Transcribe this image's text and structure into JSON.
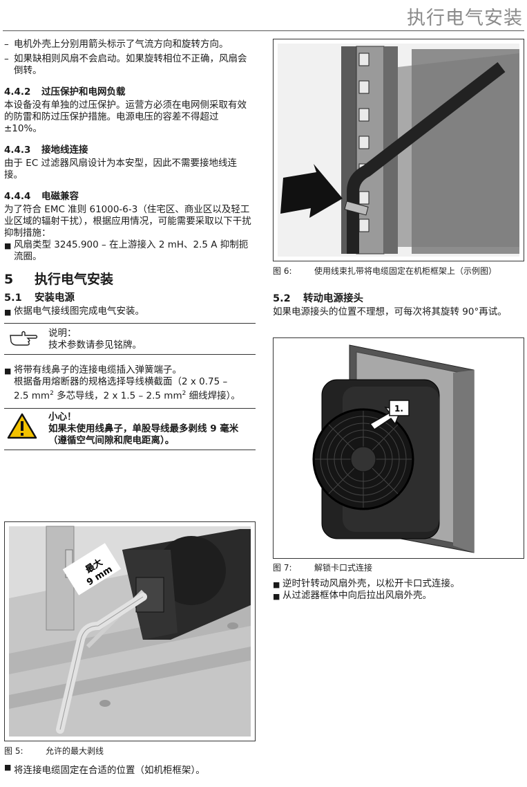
{
  "header": {
    "title": "执行电气安装"
  },
  "left": {
    "dash_items": [
      "电机外壳上分别用箭头标示了气流方向和旋转方向。",
      "如果缺相则风扇不会启动。如果旋转相位不正确，风扇会倒转。"
    ],
    "s442": {
      "num": "4.4.2",
      "title": "过压保护和电网负载",
      "text": "本设备没有单独的过压保护。运营方必须在电网侧采取有效的防雷和防过压保护措施。电源电压的容差不得超过 ±10%。"
    },
    "s443": {
      "num": "4.4.3",
      "title": "接地线连接",
      "text": "由于 EC 过滤器风扇设计为本安型，因此不需要接地线连接。"
    },
    "s444": {
      "num": "4.4.4",
      "title": "电磁兼容",
      "text": "为了符合 EMC 准则 61000-6-3（住宅区、商业区以及轻工业区域的辐射干扰），根据应用情况，可能需要采取以下干扰抑制措施：",
      "bullet": "风扇类型 3245.900 – 在上游接入 2 mH、2.5 A 抑制扼流圈。"
    },
    "ch5": {
      "num": "5",
      "title": "执行电气安装"
    },
    "s51": {
      "num": "5.1",
      "title": "安装电源",
      "bullet": "依据电气接线图完成电气安装。"
    },
    "note": {
      "label": "说明：",
      "text": "技术参数请参见铭牌。"
    },
    "cable": {
      "bullet": "将带有线鼻子的连接电缆插入弹簧端子。",
      "line1": "根据备用熔断器的规格选择导线横截面（2 x 0.75 –",
      "line2a": "2.5 mm",
      "sup": "2",
      "line2b": " 多芯导线，2 x 1.5 – 2.5 mm",
      "sup2": "2",
      "line2c": " 细线焊接）。"
    },
    "caution": {
      "label": "小心！",
      "text": "如果未使用线鼻子，单股导线最多剥线 9 毫米（遵循空气间隙和爬电距离）。"
    },
    "fig5": {
      "num": "图 5:",
      "caption": "允许的最大剥线",
      "tag_line1": "最大",
      "tag_line2": "9 mm"
    },
    "last_bullet": "将连接电缆固定在合适的位置（如机柜框架）。"
  },
  "right": {
    "fig6": {
      "num": "图 6:",
      "caption": "使用线束扎带将电缆固定在机柜框架上（示例图）"
    },
    "s52": {
      "num": "5.2",
      "title": "转动电源接头",
      "text": "如果电源接头的位置不理想，可每次将其旋转 90°再试。"
    },
    "fig7": {
      "num": "图 7:",
      "caption": "解锁卡口式连接",
      "tag": "1."
    },
    "bullets": [
      "逆时针转动风扇外壳，以松开卡口式连接。",
      "从过滤器框体中向后拉出风扇外壳。"
    ]
  }
}
